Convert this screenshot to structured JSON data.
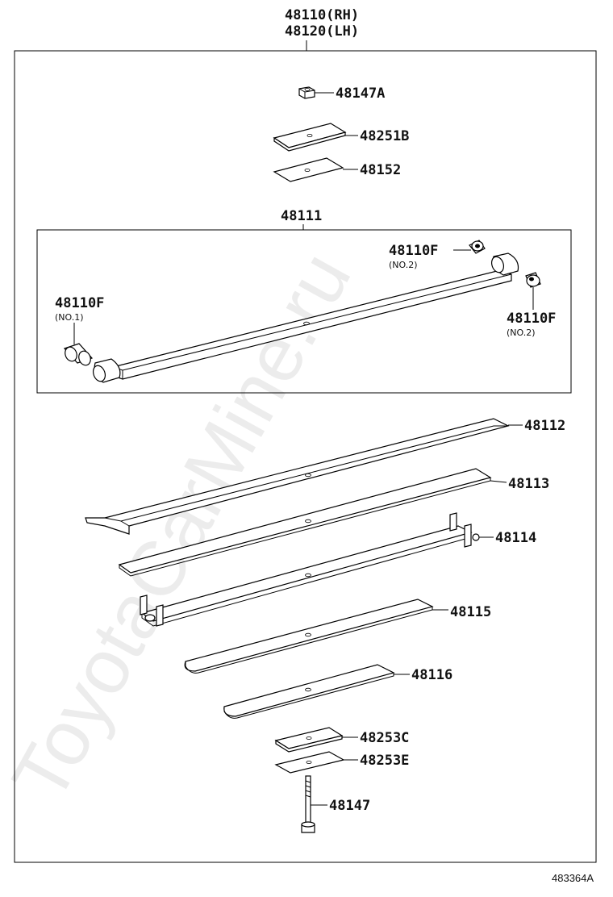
{
  "header": {
    "line1": "48110(RH)",
    "line2": "48120(LH)"
  },
  "parts": {
    "p48147A": "48147A",
    "p48251B": "48251B",
    "p48152": "48152",
    "p48111": "48111",
    "p48110F_right_top": "48110F",
    "p48110F_right_top_sub": "(NO.2)",
    "p48110F_left": "48110F",
    "p48110F_left_sub": "(NO.1)",
    "p48110F_right_low": "48110F",
    "p48110F_right_low_sub": "(NO.2)",
    "p48112": "48112",
    "p48113": "48113",
    "p48114": "48114",
    "p48115": "48115",
    "p48116": "48116",
    "p48253C": "48253C",
    "p48253E": "48253E",
    "p48147": "48147"
  },
  "watermark": "ToyotaCarMine.ru",
  "reference_code": "483364A"
}
